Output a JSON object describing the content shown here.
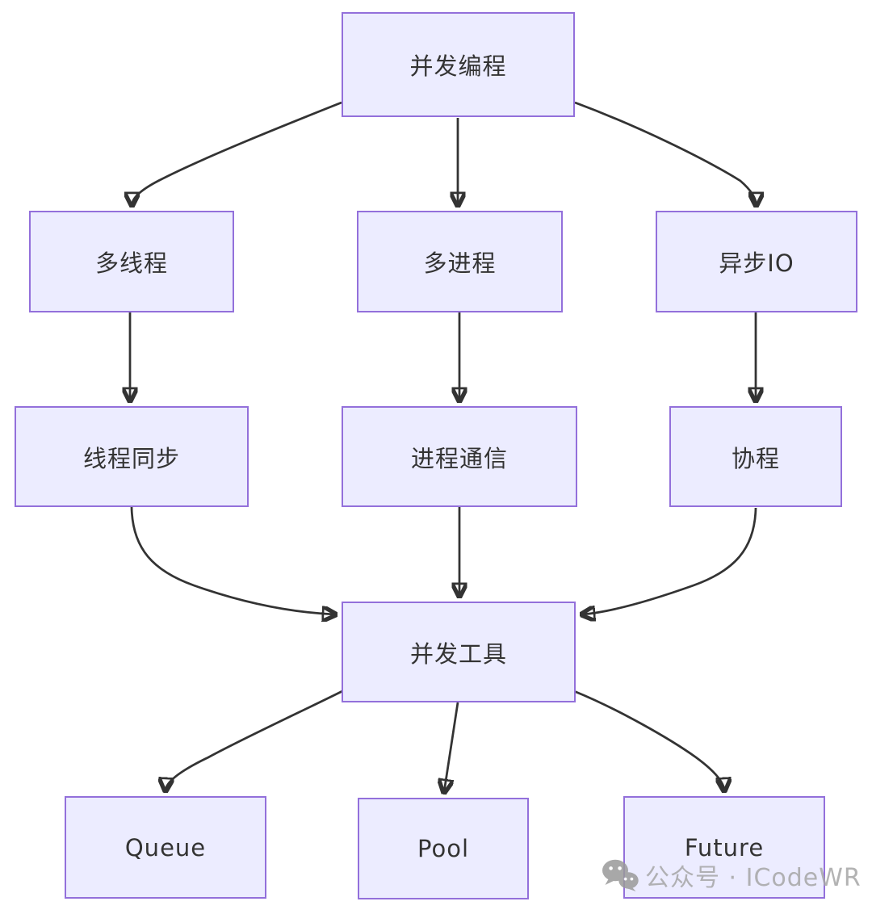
{
  "diagram": {
    "nodes": {
      "concurrency": {
        "label": "并发编程"
      },
      "multithreading": {
        "label": "多线程"
      },
      "multiprocessing": {
        "label": "多进程"
      },
      "async_io": {
        "label": "异步IO"
      },
      "thread_sync": {
        "label": "线程同步"
      },
      "process_comm": {
        "label": "进程通信"
      },
      "coroutine": {
        "label": "协程"
      },
      "concurrency_tools": {
        "label": "并发工具"
      },
      "queue": {
        "label": "Queue"
      },
      "pool": {
        "label": "Pool"
      },
      "future": {
        "label": "Future"
      }
    },
    "edges": [
      {
        "from": "并发编程",
        "to": "多线程"
      },
      {
        "from": "并发编程",
        "to": "多进程"
      },
      {
        "from": "并发编程",
        "to": "异步IO"
      },
      {
        "from": "多线程",
        "to": "线程同步"
      },
      {
        "from": "多进程",
        "to": "进程通信"
      },
      {
        "from": "异步IO",
        "to": "协程"
      },
      {
        "from": "线程同步",
        "to": "并发工具"
      },
      {
        "from": "进程通信",
        "to": "并发工具"
      },
      {
        "from": "协程",
        "to": "并发工具"
      },
      {
        "from": "并发工具",
        "to": "Queue"
      },
      {
        "from": "并发工具",
        "to": "Pool"
      },
      {
        "from": "并发工具",
        "to": "Future"
      }
    ]
  },
  "watermark": {
    "icon": "wechat-icon",
    "text": "公众号 · ICodeWR"
  },
  "colors": {
    "background": "#ffffff",
    "node_fill": "#ECECFF",
    "node_border": "#9370DB",
    "edge": "#333333",
    "node_text": "#333333",
    "watermark_text": "#a6a6a6"
  }
}
